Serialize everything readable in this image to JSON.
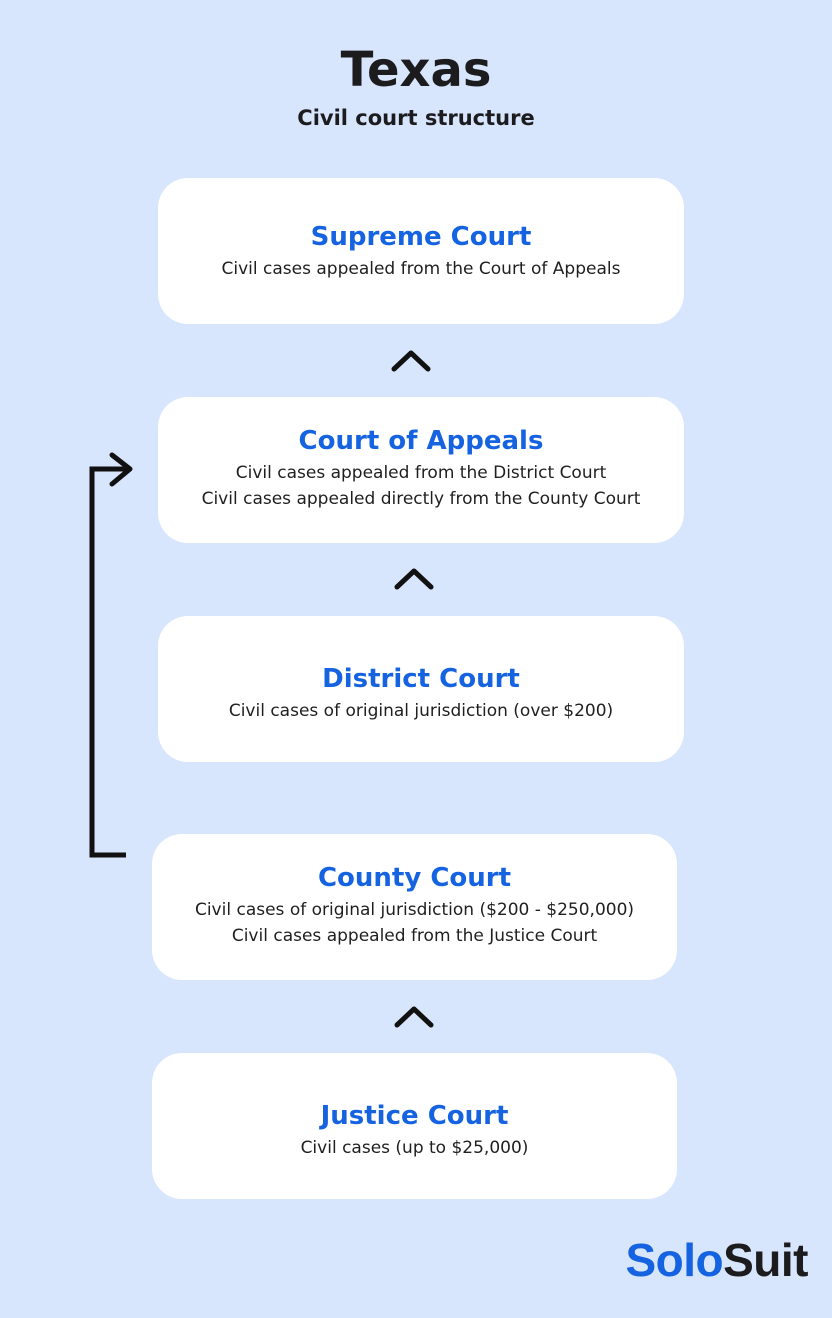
{
  "header": {
    "title": "Texas",
    "subtitle": "Civil court structure"
  },
  "courts": [
    {
      "name": "Supreme Court",
      "lines": [
        "Civil cases appealed from the Court of Appeals"
      ]
    },
    {
      "name": "Court of Appeals",
      "lines": [
        "Civil cases appealed from the District Court",
        "Civil cases appealed directly from the County Court"
      ]
    },
    {
      "name": "District Court",
      "lines": [
        "Civil cases of original jurisdiction (over $200)"
      ]
    },
    {
      "name": "County Court",
      "lines": [
        "Civil cases of original jurisdiction ($200 - $250,000)",
        "Civil cases appealed from the Justice Court"
      ]
    },
    {
      "name": "Justice Court",
      "lines": [
        "Civil cases  (up to $25,000)"
      ]
    }
  ],
  "logo": {
    "part1": "Solo",
    "part2": "Suit"
  },
  "colors": {
    "background": "#d7e5fd",
    "accent": "#1563e0",
    "text": "#1c1c1e"
  },
  "icons": {
    "arrow_up": "chevron-up-icon",
    "bracket": "bracket-arrow-icon"
  }
}
